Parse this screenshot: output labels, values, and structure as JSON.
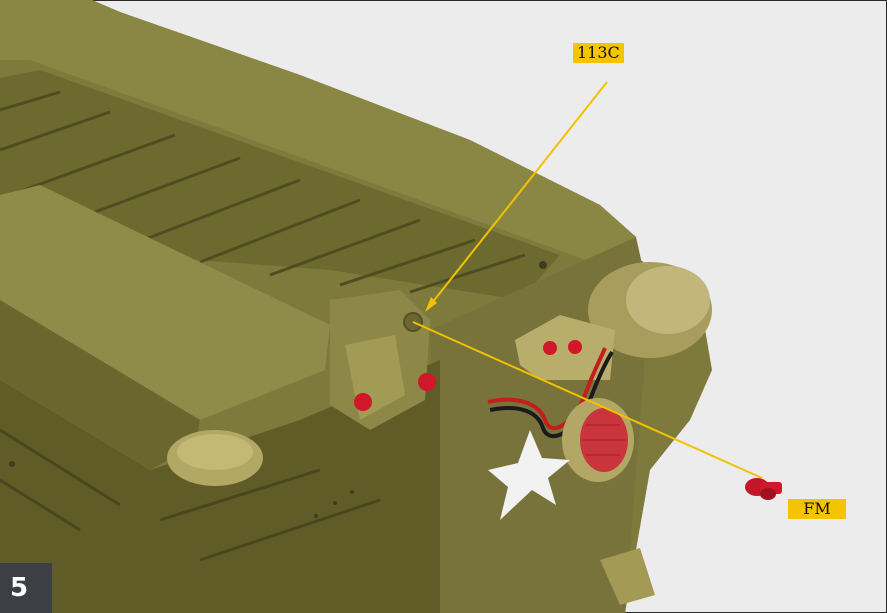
{
  "callouts": {
    "part_a": "113C",
    "part_b": "FM"
  },
  "step": {
    "number": "5"
  },
  "colors": {
    "background": "#ececec",
    "model_olive": "#7e7a3c",
    "model_shadow": "#5c5929",
    "parts_cream": "#b3a765",
    "bolts_red": "#d0182a",
    "callout_yellow": "#f5c400",
    "leader_line": "#f2c200",
    "badge": "#3c3f44"
  }
}
